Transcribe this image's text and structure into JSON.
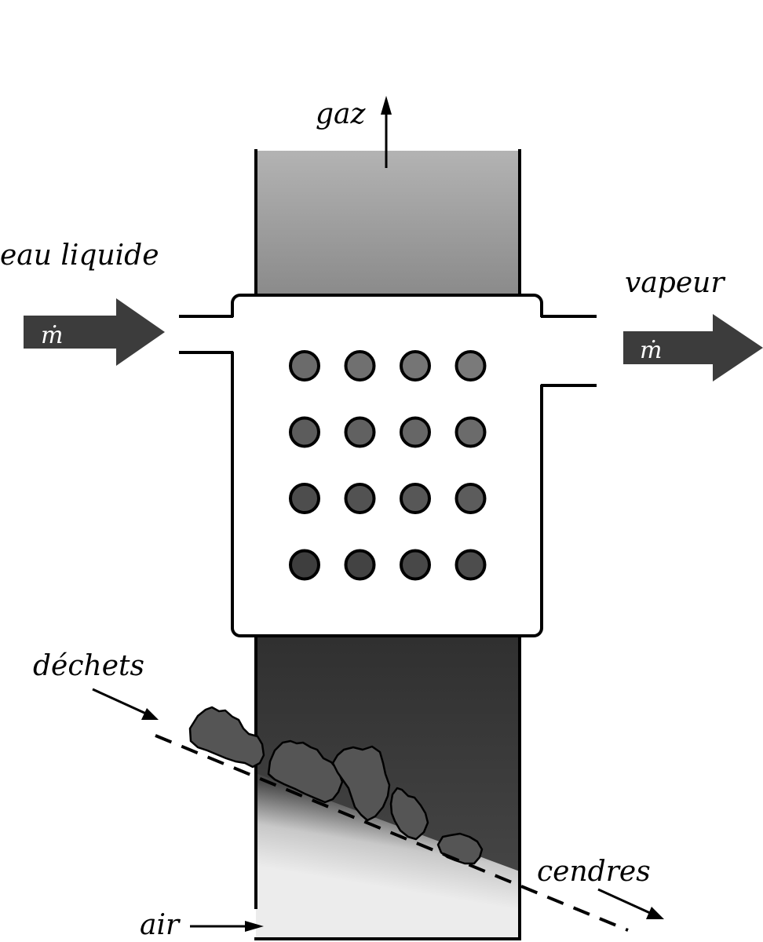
{
  "labels": {
    "gas": "gaz",
    "liquid_water": "eau liquide",
    "steam": "vapeur",
    "waste": "déchets",
    "ash": "cendres",
    "air": "air",
    "mass_flow_in": "ṁ",
    "mass_flow_out": "ṁ"
  },
  "colors": {
    "outline": "#000000",
    "arrow_fill": "#3c3c3c",
    "tube_fill_top": "#7a7a7a",
    "tube_fill_bottom": "#3e3e3e",
    "waste_fill": "#555555",
    "flue_top": "#b3b3b3",
    "flue_bottom": "#8a8a8a",
    "furnace_dark": "#3a3a3a",
    "furnace_light": "#ececec"
  },
  "tube_bank": {
    "rows": 4,
    "columns": 4
  },
  "icons": [
    "mass-flow-arrow-in",
    "mass-flow-arrow-out",
    "gas-outlet-arrow",
    "waste-feed-arrow",
    "ash-outlet-arrow",
    "air-inlet-arrow"
  ]
}
